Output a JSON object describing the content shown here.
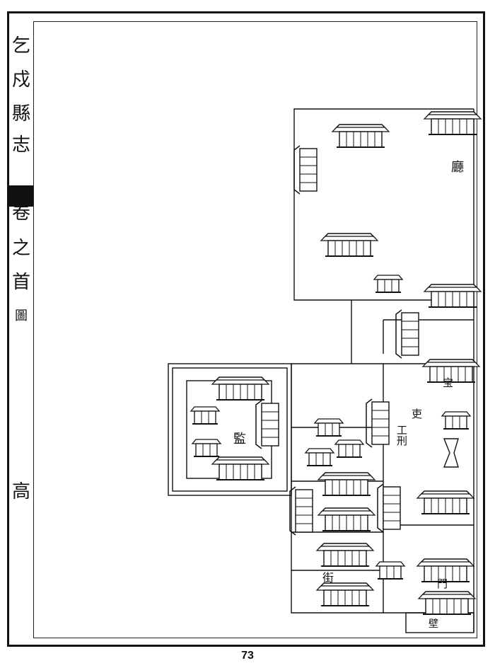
{
  "margin": {
    "title_chars": [
      "乞",
      "戍",
      "縣",
      "志"
    ],
    "volume_chars": [
      "卷",
      "之",
      "首"
    ],
    "section_char": "圖",
    "folio_char": "高"
  },
  "map": {
    "labels": {
      "hall": "廳",
      "treasury": "宝",
      "jian_yu": "監",
      "gong_xing": "工刑",
      "li": "吏",
      "gate": "門",
      "street": "街",
      "wall": "壁"
    }
  },
  "page_number": "73"
}
